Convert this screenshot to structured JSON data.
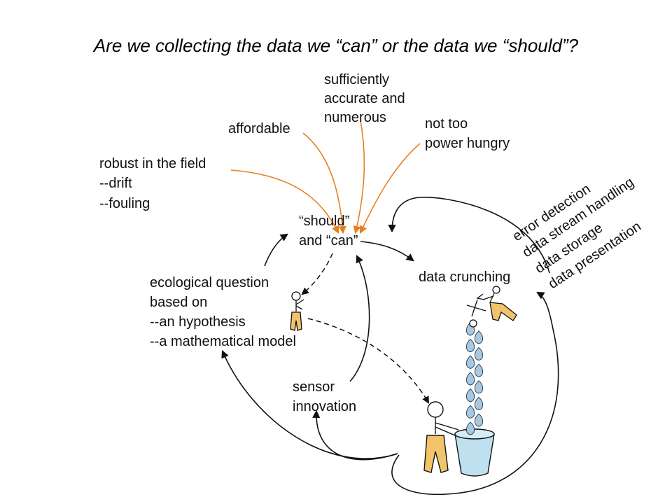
{
  "title": "Are we collecting the data we “can” or the data we “should”?",
  "colors": {
    "orange": "#e8801d",
    "ink": "#111111",
    "figure_fill": "#f2c46a",
    "bucket_fill": "#bfe0ee",
    "drop_fill": "#a9c8dd"
  },
  "criteria": {
    "accurate": [
      "sufficiently",
      "accurate and",
      "numerous"
    ],
    "affordable": [
      "affordable"
    ],
    "power": [
      "not too",
      "power hungry"
    ],
    "robust": [
      "robust in the field",
      "--drift",
      "--fouling"
    ]
  },
  "center": [
    "“should”",
    "and “can”"
  ],
  "ecological": [
    "ecological question",
    "based on",
    "--an hypothesis",
    "--a mathematical model"
  ],
  "sensor": [
    "sensor",
    "innovation"
  ],
  "crunching": "data crunching",
  "pipeline": [
    "error detection",
    "data stream handling",
    "data storage",
    "data presentation"
  ]
}
